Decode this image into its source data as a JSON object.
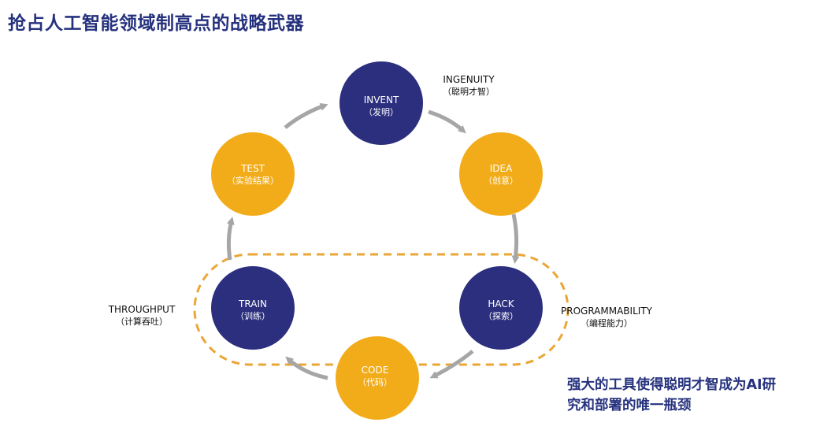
{
  "title": "抢占人工智能领域制高点的战略武器",
  "colors": {
    "navy": "#2b2f7e",
    "gold": "#f2ac1a",
    "arrow": "#a6a6a6",
    "dash": "#eaa636",
    "title": "#26327e"
  },
  "nodes": {
    "invent": {
      "en": "INVENT",
      "zh": "（发明）"
    },
    "idea": {
      "en": "IDEA",
      "zh": "（创意）"
    },
    "hack": {
      "en": "HACK",
      "zh": "（探索）"
    },
    "code": {
      "en": "CODE",
      "zh": "（代码）"
    },
    "train": {
      "en": "TRAIN",
      "zh": "（训练）"
    },
    "test": {
      "en": "TEST",
      "zh": "（实验结果）"
    }
  },
  "labels": {
    "ingenuity": {
      "en": "INGENUITY",
      "zh": "（聪明才智）"
    },
    "programmability": {
      "en": "PROGRAMMABILITY",
      "zh": "（编程能力）"
    },
    "throughput": {
      "en": "THROUGHPUT",
      "zh": "（计算吞吐）"
    }
  },
  "note": {
    "line1": "强大的工具使得聪明才智成为AI研",
    "line2": "究和部署的唯一瓶颈"
  }
}
